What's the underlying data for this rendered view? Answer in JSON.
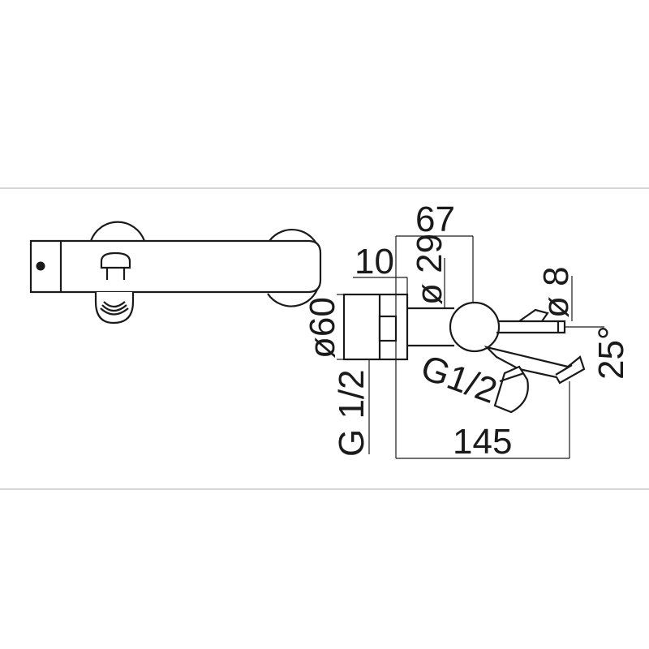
{
  "dimensions": {
    "d67": "67",
    "d10": "10",
    "d29": "ø 29",
    "d8": "ø 8",
    "d60": "ø60",
    "d25": "25°",
    "g_left": "G 1/2",
    "g_right": "G1/2",
    "d145": "145"
  }
}
